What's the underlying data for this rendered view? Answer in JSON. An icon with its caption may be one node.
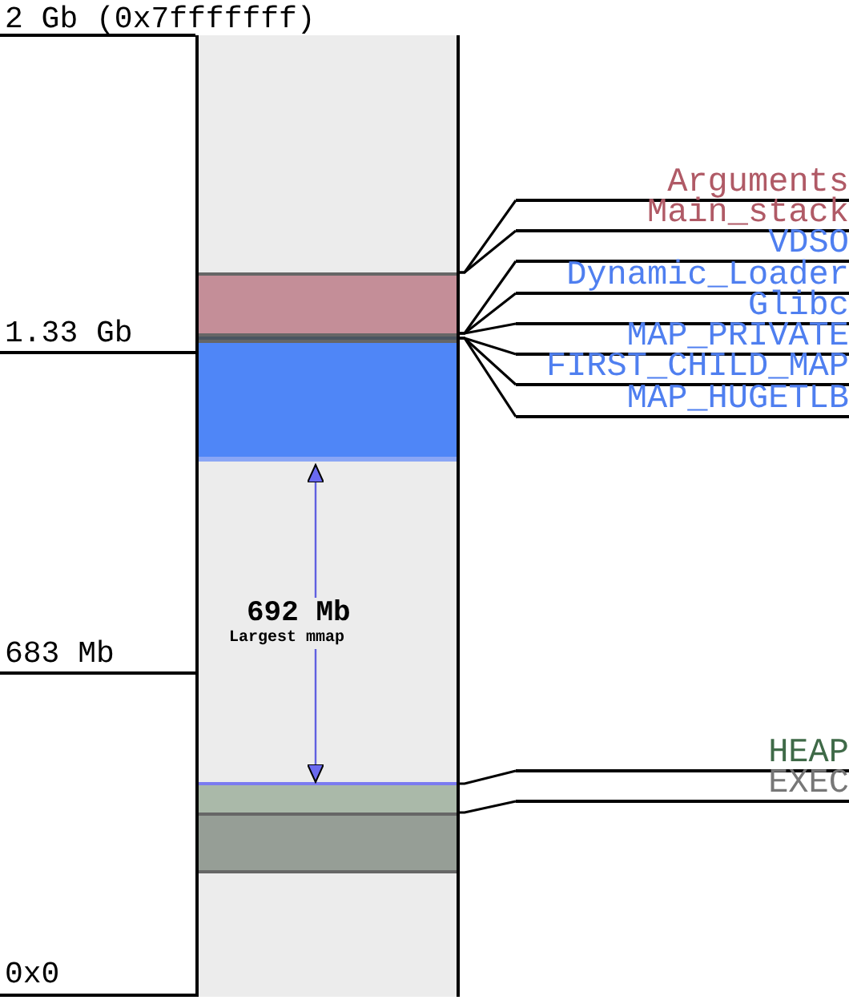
{
  "diagram": {
    "nodes": [
      {
        "text": [],
        "shape": "bar"
      },
      {
        "text": [],
        "shape": "bar",
        "in": 0
      },
      {
        "text": [],
        "shape": "bar",
        "in": 0
      },
      {
        "text": [],
        "shape": "bar",
        "in": 0
      },
      {
        "text": [],
        "shape": "bar",
        "in": 0
      },
      {
        "text": [],
        "shape": "bar",
        "in": 0
      },
      {
        "text": [
          "Arguments"
        ]
      },
      {
        "text": [
          "Main_stack"
        ]
      },
      {
        "text": [
          "VDSO"
        ]
      },
      {
        "text": [
          "Dynamic_Loader"
        ]
      },
      {
        "text": [
          "Glibc"
        ]
      },
      {
        "text": [
          "MAP_PRIVATE"
        ]
      },
      {
        "text": [
          "FIRST_CHILD_MAP"
        ]
      },
      {
        "text": [
          "MAP_HUGETLB"
        ]
      },
      {
        "text": [
          "HEAP"
        ]
      },
      {
        "text": [
          "EXEC"
        ]
      }
    ],
    "edges": [
      {
        "from": 6,
        "to": 1,
        "arrow": "none"
      },
      {
        "from": 7,
        "to": 1,
        "arrow": "none"
      },
      {
        "from": 8,
        "to": 2,
        "arrow": "none"
      },
      {
        "from": 9,
        "to": 2,
        "arrow": "none"
      },
      {
        "from": 10,
        "to": 2,
        "arrow": "none"
      },
      {
        "from": 11,
        "to": 3,
        "arrow": "none"
      },
      {
        "from": 12,
        "to": 3,
        "arrow": "none"
      },
      {
        "from": 13,
        "to": 3,
        "arrow": "none"
      },
      {
        "from": 14,
        "to": 4,
        "arrow": "none"
      },
      {
        "from": 15,
        "to": 5,
        "arrow": "none"
      },
      {
        "from": 3,
        "to": 4,
        "arrow": "both",
        "color": "#6060e0"
      }
    ],
    "labels": [
      "2 Gb (0x7fffffff)",
      "1.33 Gb",
      "692 Mb",
      "Largest mmap",
      "683 Mb",
      "0x0"
    ]
  }
}
